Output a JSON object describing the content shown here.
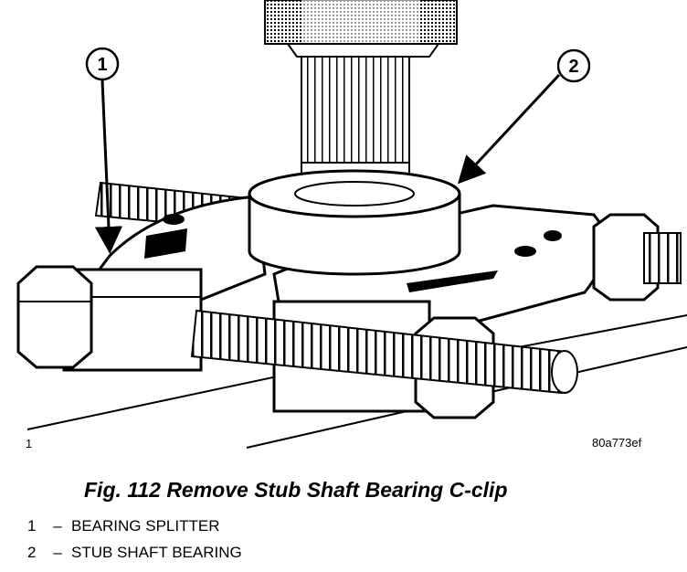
{
  "figure": {
    "callouts": [
      {
        "number": "1"
      },
      {
        "number": "2"
      }
    ],
    "image_code": "80a773ef",
    "corner_mark": "1"
  },
  "caption": "Fig. 112 Remove Stub Shaft Bearing C-clip",
  "legend": [
    {
      "number": "1",
      "separator": "–",
      "label": "BEARING SPLITTER"
    },
    {
      "number": "2",
      "separator": "–",
      "label": "STUB SHAFT BEARING"
    }
  ]
}
